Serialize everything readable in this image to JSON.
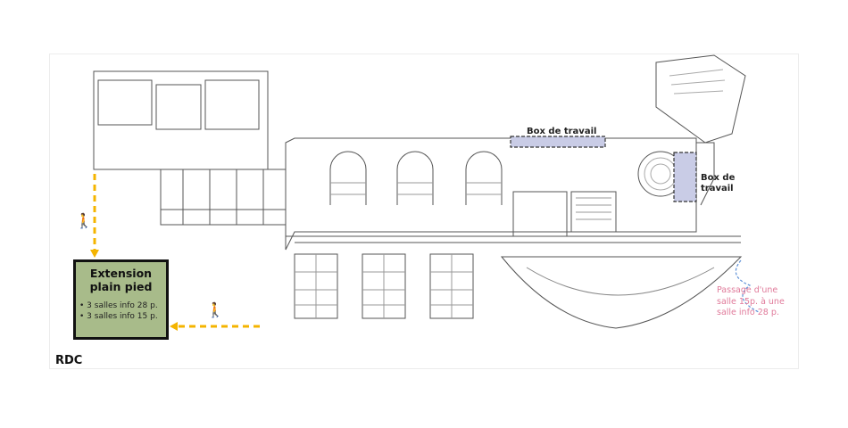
{
  "floor_label": "RDC",
  "extension": {
    "title_line1": "Extension",
    "title_line2": "plain pied",
    "items": [
      "• 3 salles info 28 p.",
      "• 3 salles info 15 p."
    ],
    "fill_color": "#a8bb8a"
  },
  "work_boxes": [
    {
      "label": "Box de travail"
    },
    {
      "label_line1": "Box de",
      "label_line2": "travail"
    }
  ],
  "note": {
    "line1": "Passage d'une",
    "line2": "salle 15p. à une",
    "line3": "salle info 28 p.",
    "color": "#e07a9a"
  },
  "icons": [
    "walking-person-icon",
    "walking-person-icon"
  ],
  "colors": {
    "route": "#f4b400",
    "work_box_fill": "#c9cce6"
  }
}
